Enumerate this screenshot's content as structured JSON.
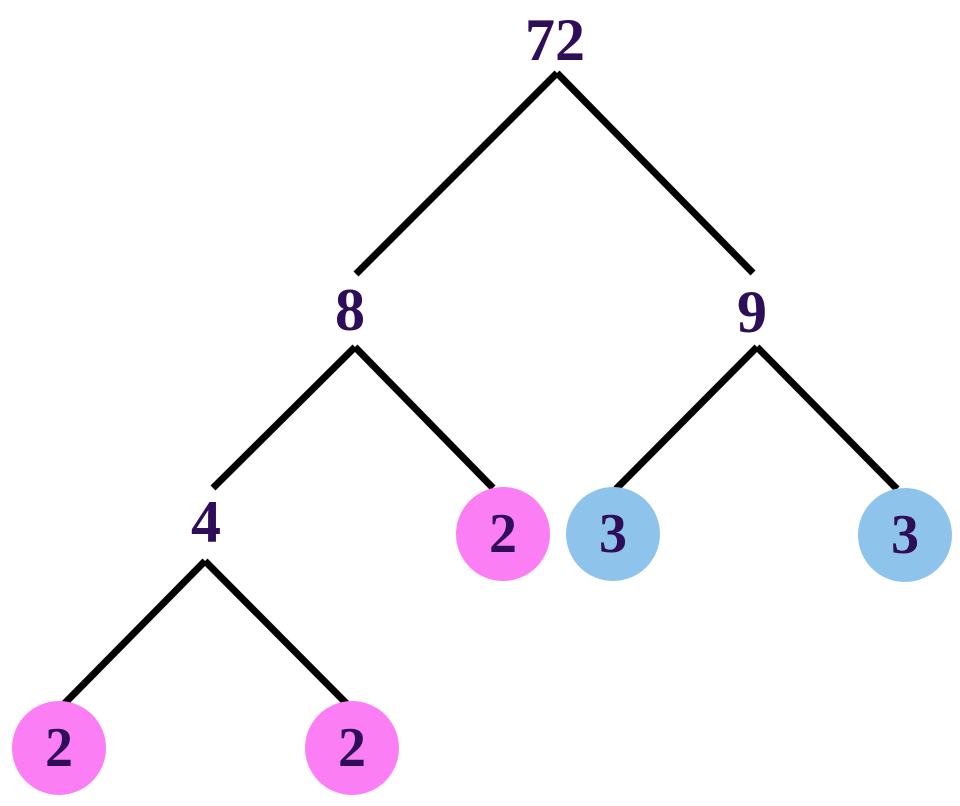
{
  "diagram": {
    "description_label": "",
    "nodes": [
      {
        "id": "n72",
        "label": "72",
        "kind": "composite-text"
      },
      {
        "id": "n8",
        "label": "8",
        "kind": "composite-text"
      },
      {
        "id": "n9",
        "label": "9",
        "kind": "composite-text"
      },
      {
        "id": "n4",
        "label": "4",
        "kind": "composite-text"
      },
      {
        "id": "p2a",
        "label": "2",
        "kind": "prime-circle-pink"
      },
      {
        "id": "p3a",
        "label": "3",
        "kind": "prime-circle-blue"
      },
      {
        "id": "p3b",
        "label": "3",
        "kind": "prime-circle-blue"
      },
      {
        "id": "p2b",
        "label": "2",
        "kind": "prime-circle-pink"
      },
      {
        "id": "p2c",
        "label": "2",
        "kind": "prime-circle-pink"
      }
    ],
    "edges": [
      {
        "from": "n72",
        "to": "n8"
      },
      {
        "from": "n72",
        "to": "n9"
      },
      {
        "from": "n8",
        "to": "n4"
      },
      {
        "from": "n8",
        "to": "p2a"
      },
      {
        "from": "n9",
        "to": "p3a"
      },
      {
        "from": "n9",
        "to": "p3b"
      },
      {
        "from": "n4",
        "to": "p2b"
      },
      {
        "from": "n4",
        "to": "p2c"
      }
    ],
    "colors": {
      "number_text": "#2e0d59",
      "prime_pink": "#fc7ef5",
      "prime_blue": "#8ec4ec",
      "branch_line": "#000000",
      "background": "#ffffff"
    }
  }
}
